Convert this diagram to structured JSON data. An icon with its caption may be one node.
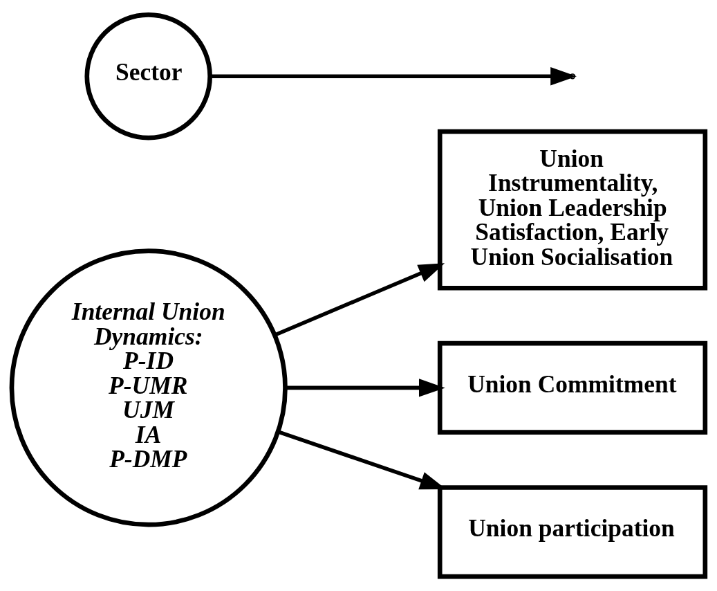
{
  "diagram": {
    "nodes": [
      {
        "text": [
          "Internal Union Dynamics:",
          "P-ID",
          "P-UMR",
          "UJM",
          "IA",
          "P-DMP"
        ]
      },
      {
        "text": [
          "Union Instrumentality, Union Leadership Satisfaction, Early Union Socialisation"
        ]
      },
      {
        "text": [
          "Union Commitment"
        ]
      },
      {
        "text": [
          "Union participation"
        ]
      },
      {
        "text": [
          "Sector"
        ]
      }
    ],
    "edges": [
      {
        "from": 0,
        "to": 1,
        "arrow": "to"
      },
      {
        "from": 0,
        "to": 2,
        "arrow": "to"
      },
      {
        "from": 0,
        "to": 3,
        "arrow": "to"
      },
      {
        "from": 4,
        "to": null,
        "arrow": "to"
      }
    ]
  }
}
